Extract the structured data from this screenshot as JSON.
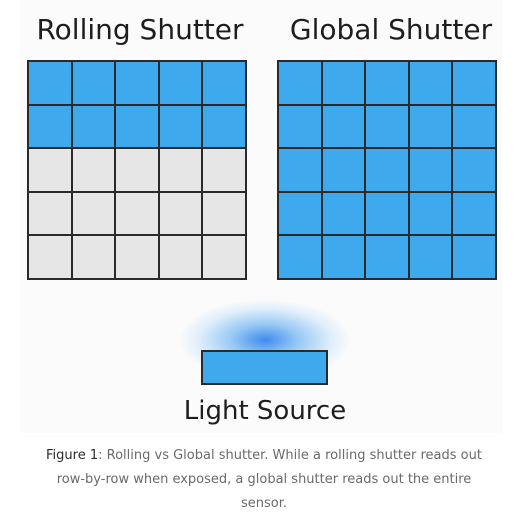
{
  "figure": {
    "rolling": {
      "title": "Rolling Shutter",
      "rows": 5,
      "cols": 5,
      "exposed_rows": 2,
      "colors": {
        "exposed": "#3fa9ed",
        "unexposed": "#e6e6e6",
        "border": "#2a2a2a"
      }
    },
    "global": {
      "title": "Global Shutter",
      "rows": 5,
      "cols": 5,
      "exposed_rows": 5,
      "colors": {
        "exposed": "#3fa9ed",
        "unexposed": "#e6e6e6",
        "border": "#2a2a2a"
      }
    },
    "light_source": {
      "label": "Light Source",
      "color": "#3fa9ed",
      "glow_color": "#1e78eb"
    }
  },
  "caption": {
    "prefix": "Figure 1",
    "text": ": Rolling vs Global shutter. While a rolling shutter reads out row-by-row when exposed, a global shutter reads out the entire sensor."
  }
}
